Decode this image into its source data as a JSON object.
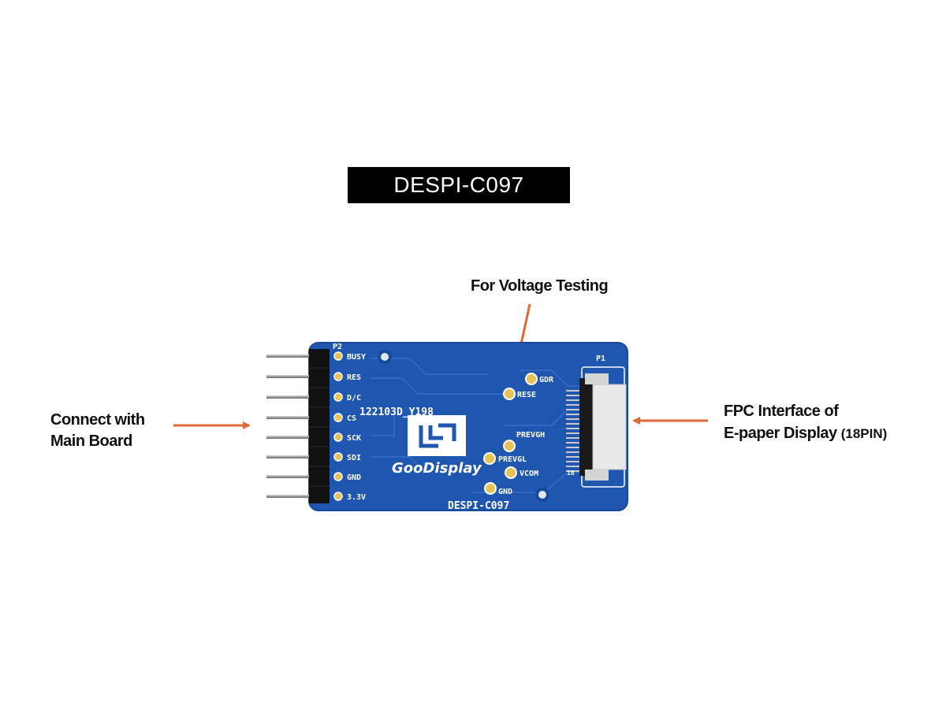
{
  "title": "DESPI-C097",
  "callouts": {
    "voltage": "For Voltage Testing",
    "connect_line1": "Connect with",
    "connect_line2": "Main Board",
    "fpc_line1": "FPC Interface of",
    "fpc_line2": "E-paper Display",
    "fpc_pins": "(18PIN)"
  },
  "board": {
    "header_label": "P2",
    "connector_label": "P1",
    "connector_pin_end": "18",
    "pins": [
      "BUSY",
      "RES",
      "D/C",
      "CS",
      "SCK",
      "SDI",
      "GND",
      "3.3V"
    ],
    "test_points": [
      "GDR",
      "RESE",
      "PREVGH",
      "PREVGL",
      "VCOM",
      "GND"
    ],
    "board_code": "122103D_Y198",
    "brand": "GooDisplay",
    "model": "DESPI-C097"
  },
  "colors": {
    "arrow": "#e0693a",
    "board": "#1e56b0",
    "board_edge": "#174a9a",
    "banner": "#000000"
  }
}
